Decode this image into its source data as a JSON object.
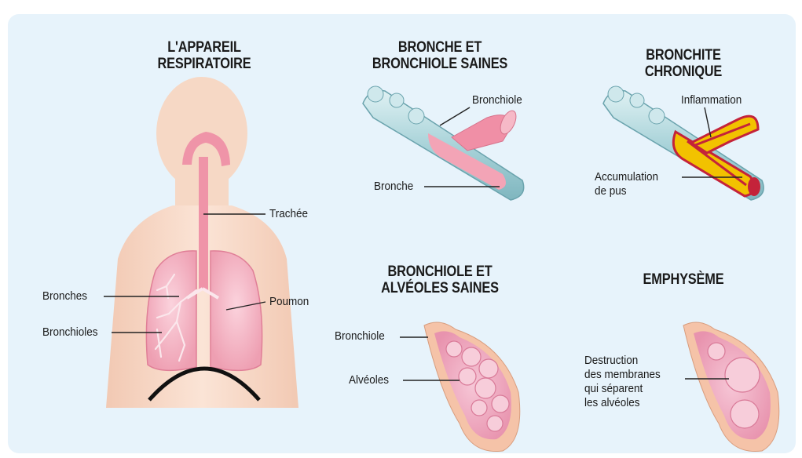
{
  "sections": {
    "respiratory": {
      "title": "L'APPAREIL\nRESPIRATOIRE"
    },
    "healthy_bronchus": {
      "title": "BRONCHE ET\nBRONCHIOLE SAINES"
    },
    "chronic_bronchitis": {
      "title": "BRONCHITE CHRONIQUE"
    },
    "healthy_alveoli": {
      "title": "BRONCHIOLE ET\nALVÉOLES SAINES"
    },
    "emphysema": {
      "title": "EMPHYSÈME"
    }
  },
  "labels": {
    "trachee": "Trachée",
    "bronches": "Bronches",
    "bronchioles": "Bronchioles",
    "poumon": "Poumon",
    "bronchiole_top": "Bronchiole",
    "bronche": "Bronche",
    "inflammation": "Inflammation",
    "accumulation": "Accumulation\nde pus",
    "bronchiole_alv": "Bronchiole",
    "alveoles": "Alvéoles",
    "destruction": "Destruction\ndes membranes\nqui séparent\nles alvéoles"
  },
  "colors": {
    "panel_bg": "#e7f3fb",
    "skin": "#f7d9c6",
    "lung": "#f2a7b8",
    "airway": "#ef8da4",
    "bronchus_wall": "#b9dde2",
    "inflammation": "#f2c200",
    "pus_red": "#c4233a",
    "alveoli_pink": "#f3b6c9"
  }
}
